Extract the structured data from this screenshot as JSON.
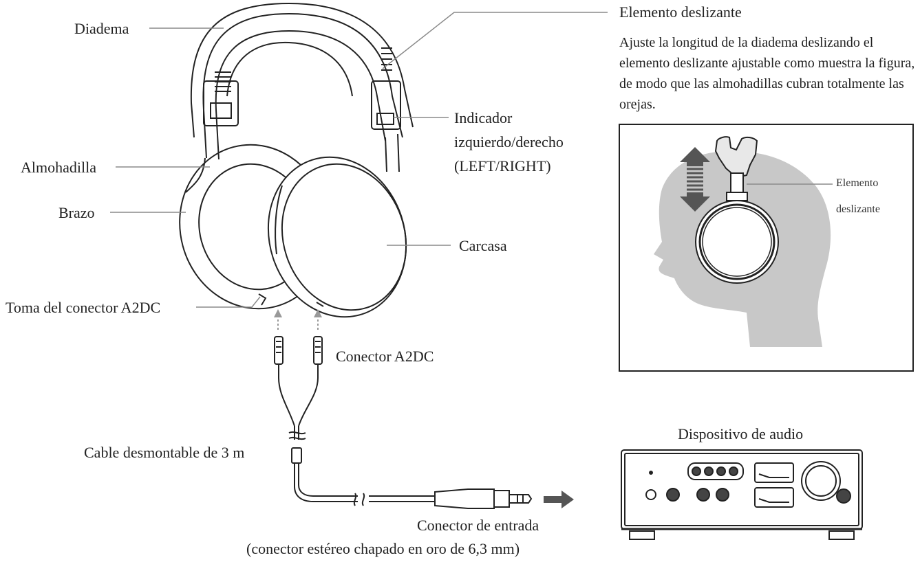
{
  "labels": {
    "headband": "Diadema",
    "slider": "Elemento deslizante",
    "slider_desc": "Ajuste la longitud de la diadema deslizando el elemento deslizante ajustable como muestra la figura, de modo que las almohadillas cubran totalmente las orejas.",
    "lr_indicator_1": "Indicador",
    "lr_indicator_2": "izquierdo/derecho",
    "lr_indicator_3": "(LEFT/RIGHT)",
    "ear_pad": "Almohadilla",
    "arm": "Brazo",
    "housing": "Carcasa",
    "a2dc_socket": "Toma del conector A2DC",
    "a2dc_plug": "Conector A2DC",
    "cable": "Cable desmontable de 3 m",
    "audio_device": "Dispositivo de audio",
    "input_plug_1": "Conector de entrada",
    "input_plug_2": "(conector estéreo chapado en oro de 6,3 mm)",
    "inset_slider_1": "Elemento",
    "inset_slider_2": "deslizante"
  },
  "colors": {
    "line": "#222222",
    "head": "#c8c8c8",
    "leader": "#8a8a8a"
  },
  "icons": {
    "direction_arrow": "right-arrow-icon",
    "adjust_arrow": "up-down-arrow-icon"
  }
}
